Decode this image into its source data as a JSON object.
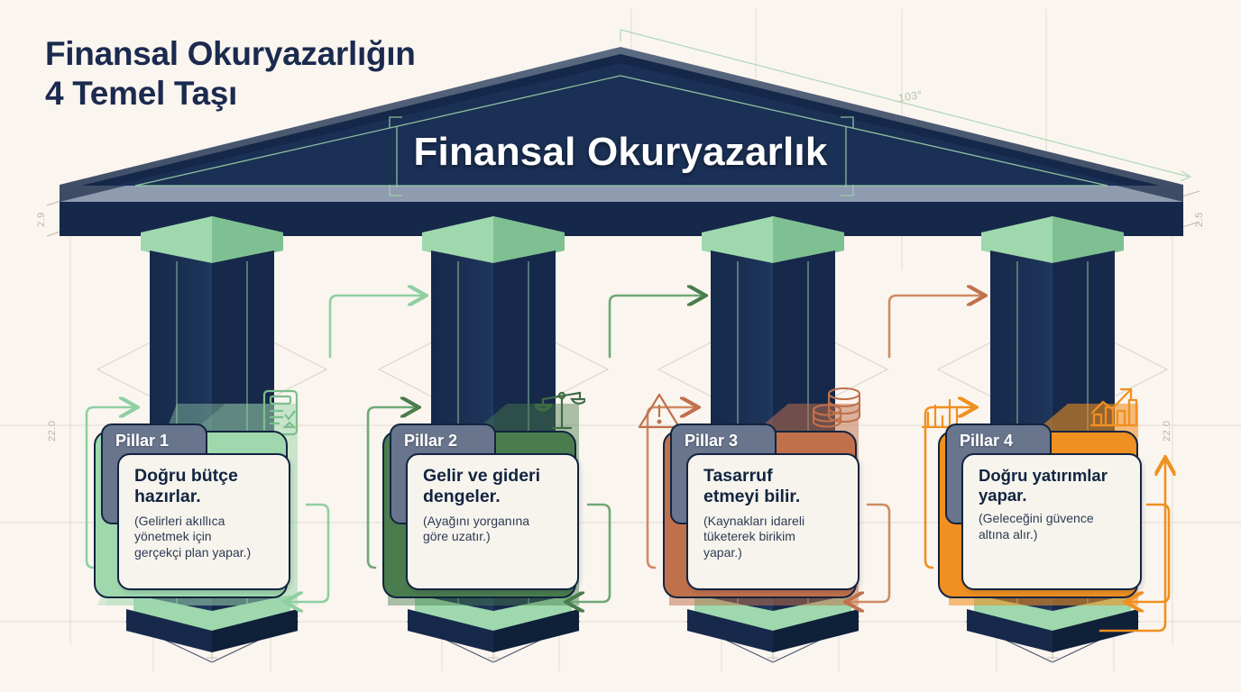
{
  "meta": {
    "title_line1": "Finansal Okuryazarlığın",
    "title_line2": "4 Temel Taşı",
    "title_full": "Finansal Okuryazarlığın\n4 Temel Taşı",
    "temple_banner": "Finansal Okuryazarlık"
  },
  "colors": {
    "background": "#faf5ef",
    "navy_dark": "#12243f",
    "navy_mid": "#1b3055",
    "slate": "#68758c",
    "mint": "#9fd8ad",
    "green": "#4a7c4e",
    "terracotta": "#c0714c",
    "orange": "#f09020",
    "card_bg": "#f7f4ee",
    "blueprint_line": "#d8d2c8"
  },
  "pillars": [
    {
      "tab_label": "Pillar 1",
      "title": "Doğru bütçe\nhazırlar.",
      "subtitle": "(Gelirleri akıllıca\nyönetmek için\ngerçekçi plan yapar.)",
      "accent": "#9fd8ad",
      "icon": "clipboard-checklist-icon"
    },
    {
      "tab_label": "Pillar 2",
      "title": "Gelir ve gideri\ndengeler.",
      "subtitle": "(Ayağını yorganına\ngöre uzatır.)",
      "accent": "#4a7c4e",
      "icon": "balance-scale-icon"
    },
    {
      "tab_label": "Pillar 3",
      "title": "Tasarruf\netmeyi bilir.",
      "subtitle": "(Kaynakları idareli\ntüketerek birikim\nyapar.)",
      "accent": "#c0714c",
      "icon": "coin-stack-icon"
    },
    {
      "tab_label": "Pillar 4",
      "title": "Doğru yatırımlar\nyapar.",
      "subtitle": "(Geleceğini güvence\naltına alır.)",
      "accent": "#f09020",
      "icon": "growth-chart-icon"
    }
  ],
  "icons": [
    {
      "name": "clipboard-checklist-icon",
      "color": "#7bbf8c"
    },
    {
      "name": "balance-scale-icon",
      "color": "#3f6b45"
    },
    {
      "name": "warning-triangle-icon",
      "color": "#c0714c"
    },
    {
      "name": "coin-stack-icon",
      "color": "#c0714c"
    },
    {
      "name": "bar-chart-icon",
      "color": "#f09020"
    },
    {
      "name": "growth-chart-arrow-icon",
      "color": "#f09020"
    }
  ],
  "blueprint": {
    "angle_label": "103°",
    "dim_left_top": "2.9",
    "dim_right_top": "2.5",
    "dim_left_side": "22.0",
    "dim_right_side": "22.0"
  }
}
